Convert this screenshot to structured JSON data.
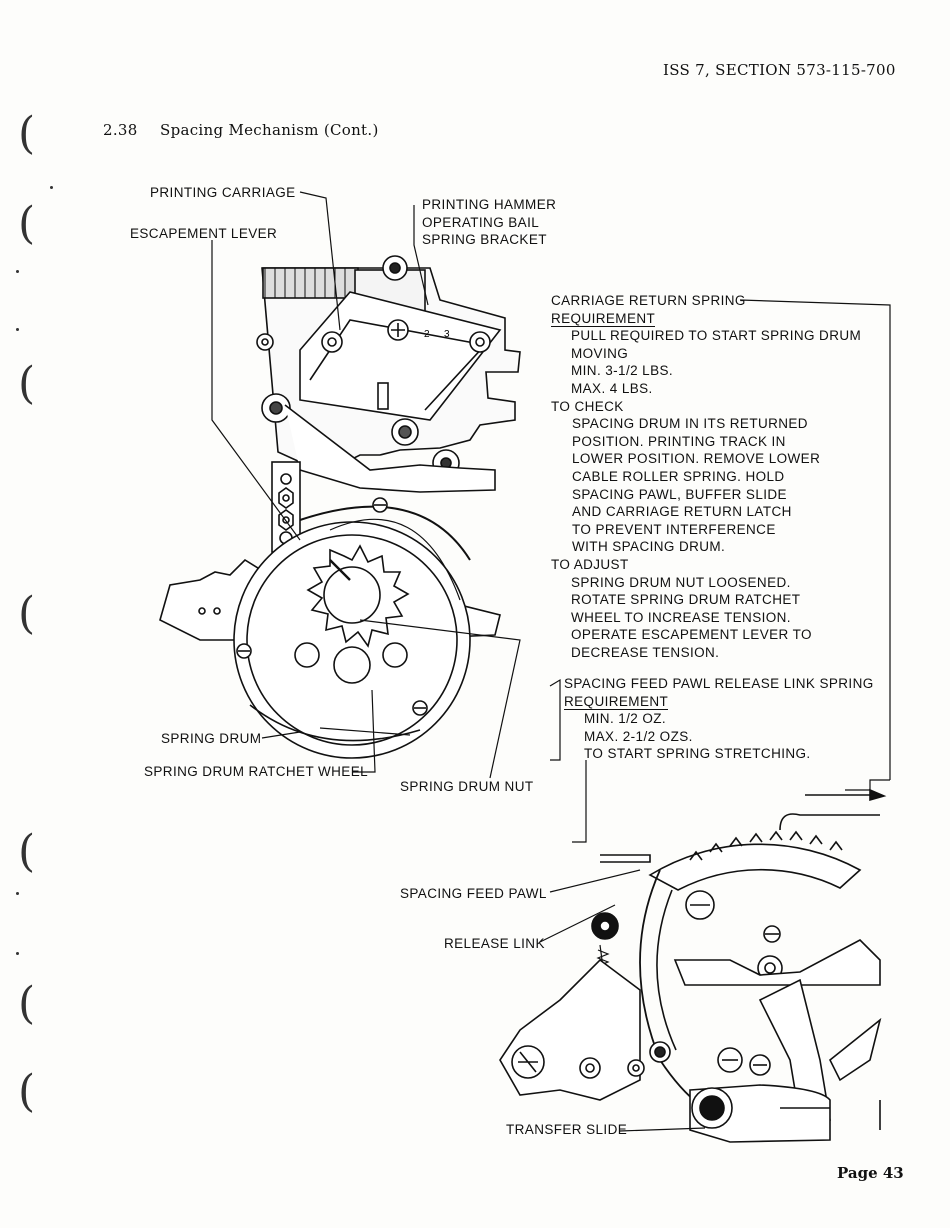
{
  "header": {
    "issue": "ISS 7, SECTION 573-115-700",
    "section_number": "2.38",
    "section_title": "Spacing Mechanism (Cont.)"
  },
  "labels": {
    "printing_carriage": "PRINTING CARRIAGE",
    "escapement_lever": "ESCAPEMENT LEVER",
    "printing_hammer": [
      "PRINTING HAMMER",
      "OPERATING BAIL",
      "SPRING BRACKET"
    ],
    "spring_drum": "SPRING DRUM",
    "spring_drum_ratchet_wheel": "SPRING DRUM RATCHET WHEEL",
    "spring_drum_nut": "SPRING DRUM NUT",
    "spacing_feed_pawl": "SPACING FEED PAWL",
    "release_link": "RELEASE LINK",
    "transfer_slide": "TRANSFER SLIDE"
  },
  "carriage_return_spring": {
    "title": "CARRIAGE RETURN SPRING",
    "requirement_heading": "REQUIREMENT",
    "requirement_lines": [
      "PULL REQUIRED TO START SPRING DRUM",
      "MOVING",
      "MIN. 3-1/2 LBS.",
      "MAX. 4 LBS."
    ],
    "to_check_heading": "TO CHECK",
    "to_check_lines": [
      "SPACING DRUM IN ITS RETURNED",
      "POSITION. PRINTING TRACK IN",
      "LOWER POSITION. REMOVE LOWER",
      "CABLE ROLLER SPRING. HOLD",
      "SPACING PAWL, BUFFER SLIDE",
      "AND CARRIAGE RETURN LATCH",
      "TO PREVENT INTERFERENCE",
      "WITH SPACING DRUM."
    ],
    "to_adjust_heading": "TO ADJUST",
    "to_adjust_lines": [
      "SPRING DRUM NUT LOOSENED.",
      "ROTATE SPRING DRUM RATCHET",
      "WHEEL TO INCREASE TENSION.",
      "OPERATE ESCAPEMENT LEVER TO",
      "DECREASE TENSION."
    ]
  },
  "feed_pawl_spring": {
    "title": "SPACING FEED PAWL RELEASE LINK SPRING",
    "requirement_heading": "REQUIREMENT",
    "lines": [
      "MIN. 1/2 OZ.",
      "MAX. 2-1/2 OZS.",
      "TO START SPRING STRETCHING."
    ]
  },
  "drawing_marks": {
    "numbers": [
      "2",
      "3"
    ]
  },
  "footer": {
    "page": "Page 43"
  }
}
